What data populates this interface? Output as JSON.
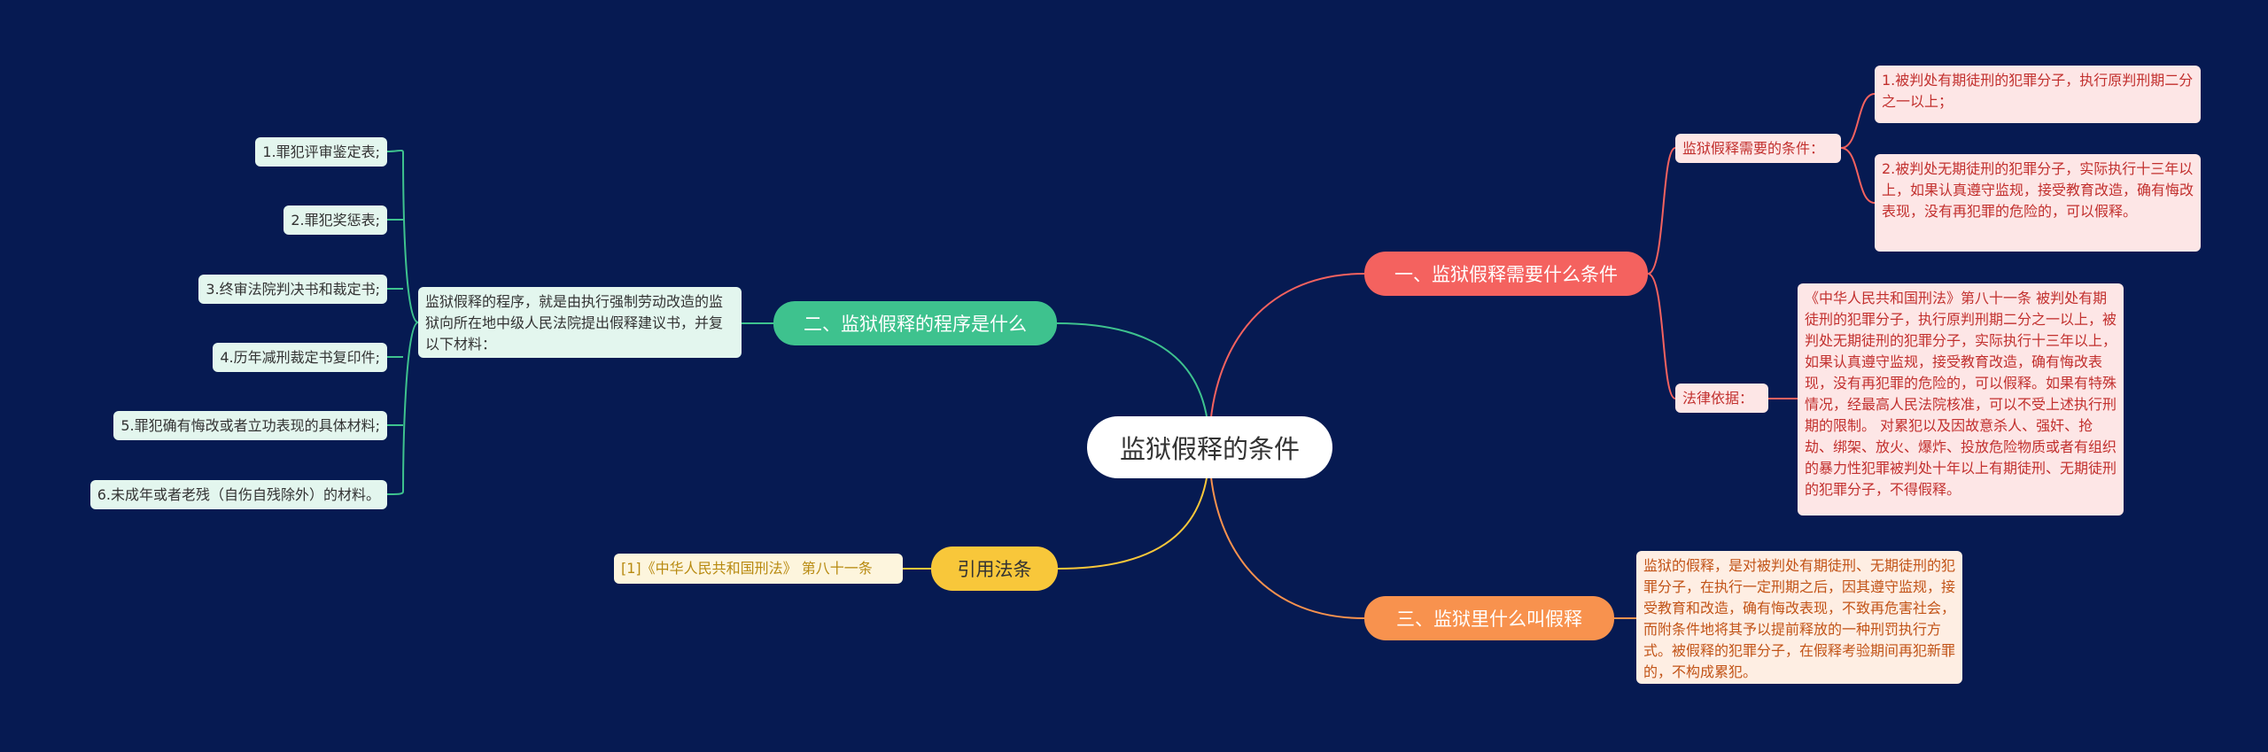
{
  "root": "监狱假释的条件",
  "branches": {
    "b1": "一、监狱假释需要什么条件",
    "b2": "二、监狱假释的程序是什么",
    "b3": "三、监狱里什么叫假释",
    "b4": "引用法条"
  },
  "b1_children": {
    "conditions_label": "监狱假释需要的条件：",
    "condition_1": "1.被判处有期徒刑的犯罪分子，执行原判刑期二分之一以上；",
    "condition_2": "2.被判处无期徒刑的犯罪分子，实际执行十三年以上，如果认真遵守监规，接受教育改造，确有悔改表现，没有再犯罪的危险的，可以假释。",
    "basis_label": "法律依据：",
    "basis_text": "《中华人民共和国刑法》第八十一条 被判处有期徒刑的犯罪分子，执行原判刑期二分之一以上，被判处无期徒刑的犯罪分子，实际执行十三年以上，如果认真遵守监规，接受教育改造，确有悔改表现，没有再犯罪的危险的，可以假释。如果有特殊情况，经最高人民法院核准，可以不受上述执行刑期的限制。 对累犯以及因故意杀人、强奸、抢劫、绑架、放火、爆炸、投放危险物质或者有组织的暴力性犯罪被判处十年以上有期徒刑、无期徒刑的犯罪分子，不得假释。"
  },
  "b2_children": {
    "procedure": "监狱假释的程序，就是由执行强制劳动改造的监狱向所在地中级人民法院提出假释建议书，并复以下材料：",
    "materials": [
      "1.罪犯评审鉴定表;",
      "2.罪犯奖惩表;",
      "3.终审法院判决书和裁定书;",
      "4.历年减刑裁定书复印件;",
      "5.罪犯确有悔改或者立功表现的具体材料;",
      "6.未成年或者老残（自伤自残除外）的材料。"
    ]
  },
  "b3_children": {
    "definition": "监狱的假释，是对被判处有期徒刑、无期徒刑的犯罪分子，在执行一定刑期之后，因其遵守监规，接受教育和改造，确有悔改表现，不致再危害社会，而附条件地将其予以提前释放的一种刑罚执行方式。被假释的犯罪分子，在假释考验期间再犯新罪的，不构成累犯。"
  },
  "b4_children": {
    "reference": "[1]《中华人民共和国刑法》 第八十一条"
  },
  "colors": {
    "background": "#061a52",
    "b1": "#f4625f",
    "b2": "#3ec28e",
    "b3": "#f8924e",
    "b4": "#f8c73a"
  }
}
